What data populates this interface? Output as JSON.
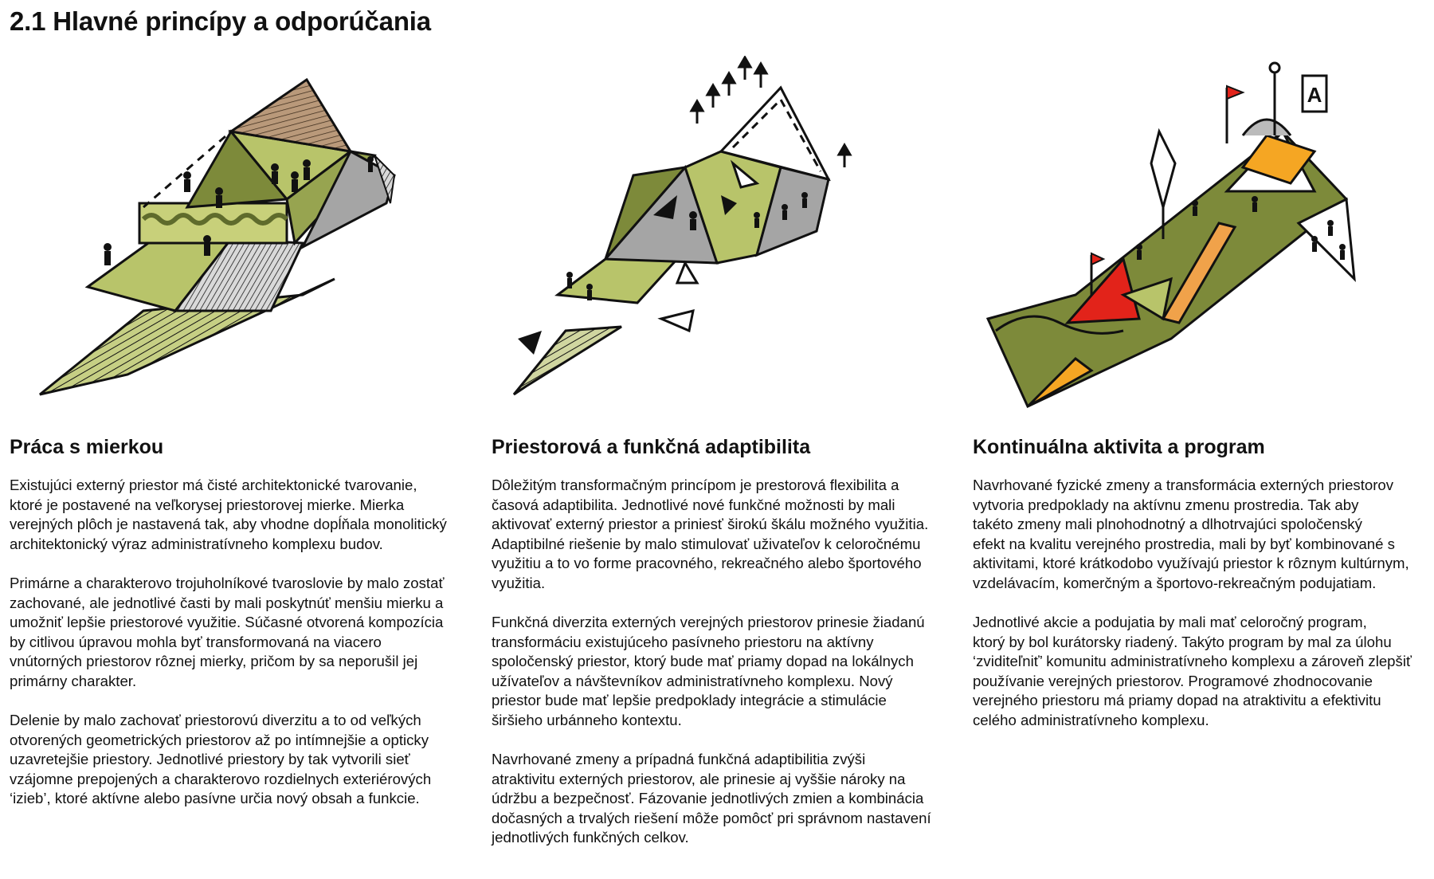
{
  "page": {
    "title": "2.1 Hlavné princípy a odporúčania"
  },
  "colors": {
    "olive_light": "#b8c46a",
    "olive_dark": "#7d8a3a",
    "olive_deep": "#5f6b2c",
    "tan": "#b9997a",
    "grey": "#a5a5a5",
    "red": "#e2231a",
    "orange": "#f5a623",
    "ink": "#111111"
  },
  "columns": [
    {
      "heading": "Práca s mierkou",
      "illustration_icon": "scale-sketch-icon",
      "paragraphs": [
        "Existujúci externý priestor má čisté architektonické tvarovanie,\nktoré je postavené na veľkorysej priestorovej mierke. Mierka\nverejných plôch je nastavená tak, aby vhodne dopĺňala monolitický\narchitektonický výraz administratívneho komplexu budov.",
        "Primárne a charakterovo trojuholníkové tvaroslovie by malo zostať\nzachované, ale jednotlivé časti by mali poskytnúť menšiu mierku a\numožniť lepšie priestorové využitie. Súčasné otvorená kompozícia\nby citlivou úpravou mohla byť transformovaná na viacero\nvnútorných priestorov rôznej mierky, pričom by sa neporušil jej\nprimárny charakter.",
        "Delenie by malo zachovať priestorovú diverzitu a to od veľkých\notvorených geometrických priestorov až po intímnejšie a opticky\nuzavretejšie priestory. Jednotlivé priestory by tak vytvorili sieť\nvzájomne prepojených a charakterovo rozdielnych exteriérových\n‘izieb’, ktoré aktívne alebo pasívne určia nový obsah a funkcie."
      ]
    },
    {
      "heading": "Priestorová a funkčná adaptibilita",
      "illustration_icon": "adaptability-sketch-icon",
      "paragraphs": [
        "Dôležitým transformačným princípom je prestorová flexibilita a\nčasová adaptibilita. Jednotlivé nové funkčné možnosti by mali\naktivovať externý priestor a priniesť širokú škálu možného využitia.\nAdaptibilné riešenie by malo stimulovať uživateľov k celoročnému\nvyužitiu a to vo forme pracovného, rekreačného alebo športového\nvyužitia.",
        "Funkčná diverzita externých verejných priestorov prinesie žiadanú\ntransformáciu existujúceho pasívneho priestoru na aktívny\nspoločenský priestor, ktorý bude mať priamy dopad na lokálnych\nužívateľov a návštevníkov administratívneho komplexu. Nový\npriestor bude mať lepšie predpoklady integrácie a stimulácie\nširšieho urbánneho kontextu.",
        "Navrhované zmeny a prípadná funkčná adaptibilitia zvýši\natraktivitu externých priestorov, ale prinesie aj vyššie nároky na\núdržbu a bezpečnosť. Fázovanie jednotlivých zmien a kombinácia\ndočasných a trvalých riešení môže pomôcť pri správnom nastavení\njednotlivých funkčných celkov."
      ]
    },
    {
      "heading": "Kontinuálna aktivita a program",
      "illustration_icon": "activity-sketch-icon",
      "paragraphs": [
        "Navrhované fyzické zmeny a transformácia externých priestorov\nvytvoria predpoklady na aktívnu zmenu prostredia. Tak aby\ntakéto zmeny mali plnohodnotný a dlhotrvajúci spoločenský\nefekt na kvalitu verejného prostredia, mali by byť kombinované s\naktivitami, ktoré krátkodobo využívajú priestor k rôznym kultúrnym,\nvzdelávacím, komerčným a športovo-rekreačným podujatiam.",
        "Jednotlivé akcie a podujatia by mali mať celoročný program,\nktorý by bol kurátorsky riadený. Takýto program by mal za úlohu\n‘zviditeľniť’ komunitu administratívneho komplexu a zároveň zlepšiť\npoužívanie verejných priestorov. Programové zhodnocovanie\nverejného priestoru má priamy dopad na atraktivitu a efektivitu\ncelého administratívneho komplexu."
      ],
      "sign_letter": "A"
    }
  ]
}
